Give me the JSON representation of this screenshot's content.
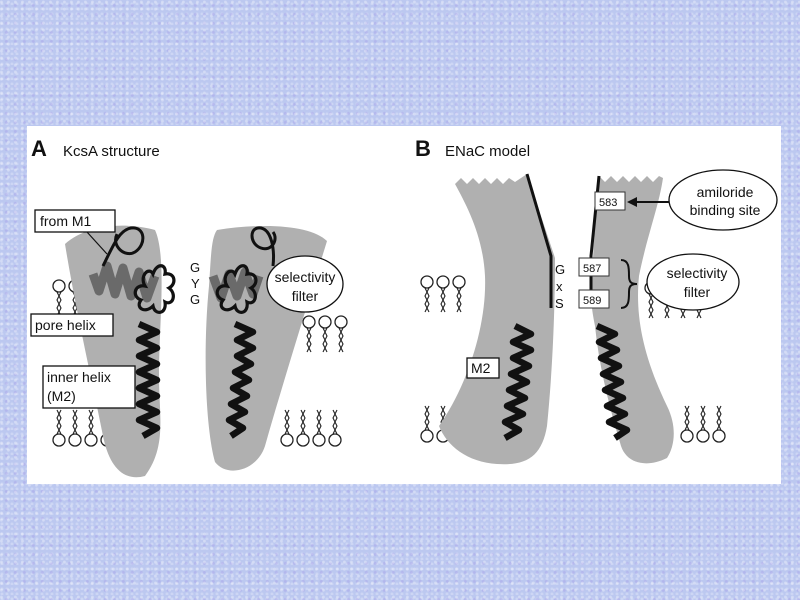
{
  "panel_a": {
    "letter": "A",
    "title": "KcsA structure",
    "labels": {
      "from_m1": "from M1",
      "pore_helix": "pore helix",
      "inner_helix_line1": "inner helix",
      "inner_helix_line2": "(M2)",
      "selectivity_filter_line1": "selectivity",
      "selectivity_filter_line2": "filter"
    },
    "motif": [
      "G",
      "Y",
      "G"
    ]
  },
  "panel_b": {
    "letter": "B",
    "title": "ENaC model",
    "labels": {
      "amiloride_line1": "amiloride",
      "amiloride_line2": "binding site",
      "selectivity_filter_line1": "selectivity",
      "selectivity_filter_line2": "filter",
      "m2": "M2"
    },
    "motif": [
      "G",
      "x",
      "S"
    ],
    "residues": {
      "r583": "583",
      "r587": "587",
      "r589": "589"
    }
  },
  "colors": {
    "subunit_fill": "#b0b0b0",
    "helix_dark": "#111111",
    "pore_helix_gray": "#6a6a6a"
  }
}
